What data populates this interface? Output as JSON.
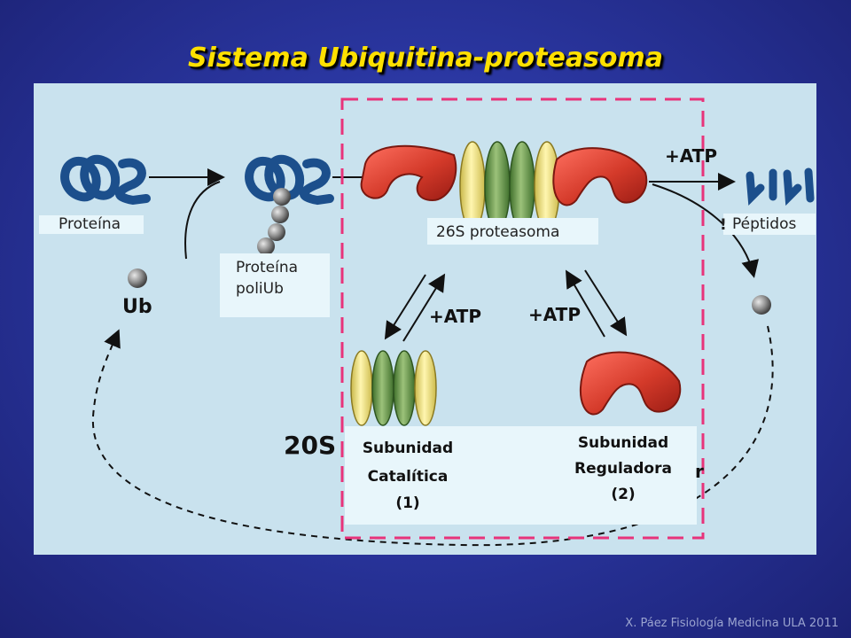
{
  "title": "Sistema Ubiquitina-proteasoma",
  "labels": {
    "protein": "Proteína",
    "protein_polyub_line1": "Proteína",
    "protein_polyub_line2": "poliUb",
    "proteasome_26s": "26S proteasoma",
    "peptides": "Péptidos",
    "peptides_mark": "!",
    "ub": "Ub",
    "atp_top": "+ATP",
    "atp_left": "+ATP",
    "atp_right": "+ATP",
    "s20": "20S",
    "catalytic_line1": "Subunidad",
    "catalytic_line2": "Catalítica",
    "catalytic_line3": "(1)",
    "regulatory_line1": "Subunidad",
    "regulatory_line2": "Reguladora",
    "regulatory_line3": "(2)",
    "r_fragment": "r"
  },
  "footer": "X. Páez Fisiología Medicina ULA 2011",
  "colors": {
    "background": "#2a36a0",
    "title": "#ffe000",
    "panel": "#c9e2ee",
    "protein": "#1c4f8c",
    "cap": "#d43a2a",
    "ring_yellow": "#f2e48a",
    "ring_green": "#6fa04a",
    "dashed_box": "#e8337a",
    "label_box": "#e8f6fb"
  }
}
